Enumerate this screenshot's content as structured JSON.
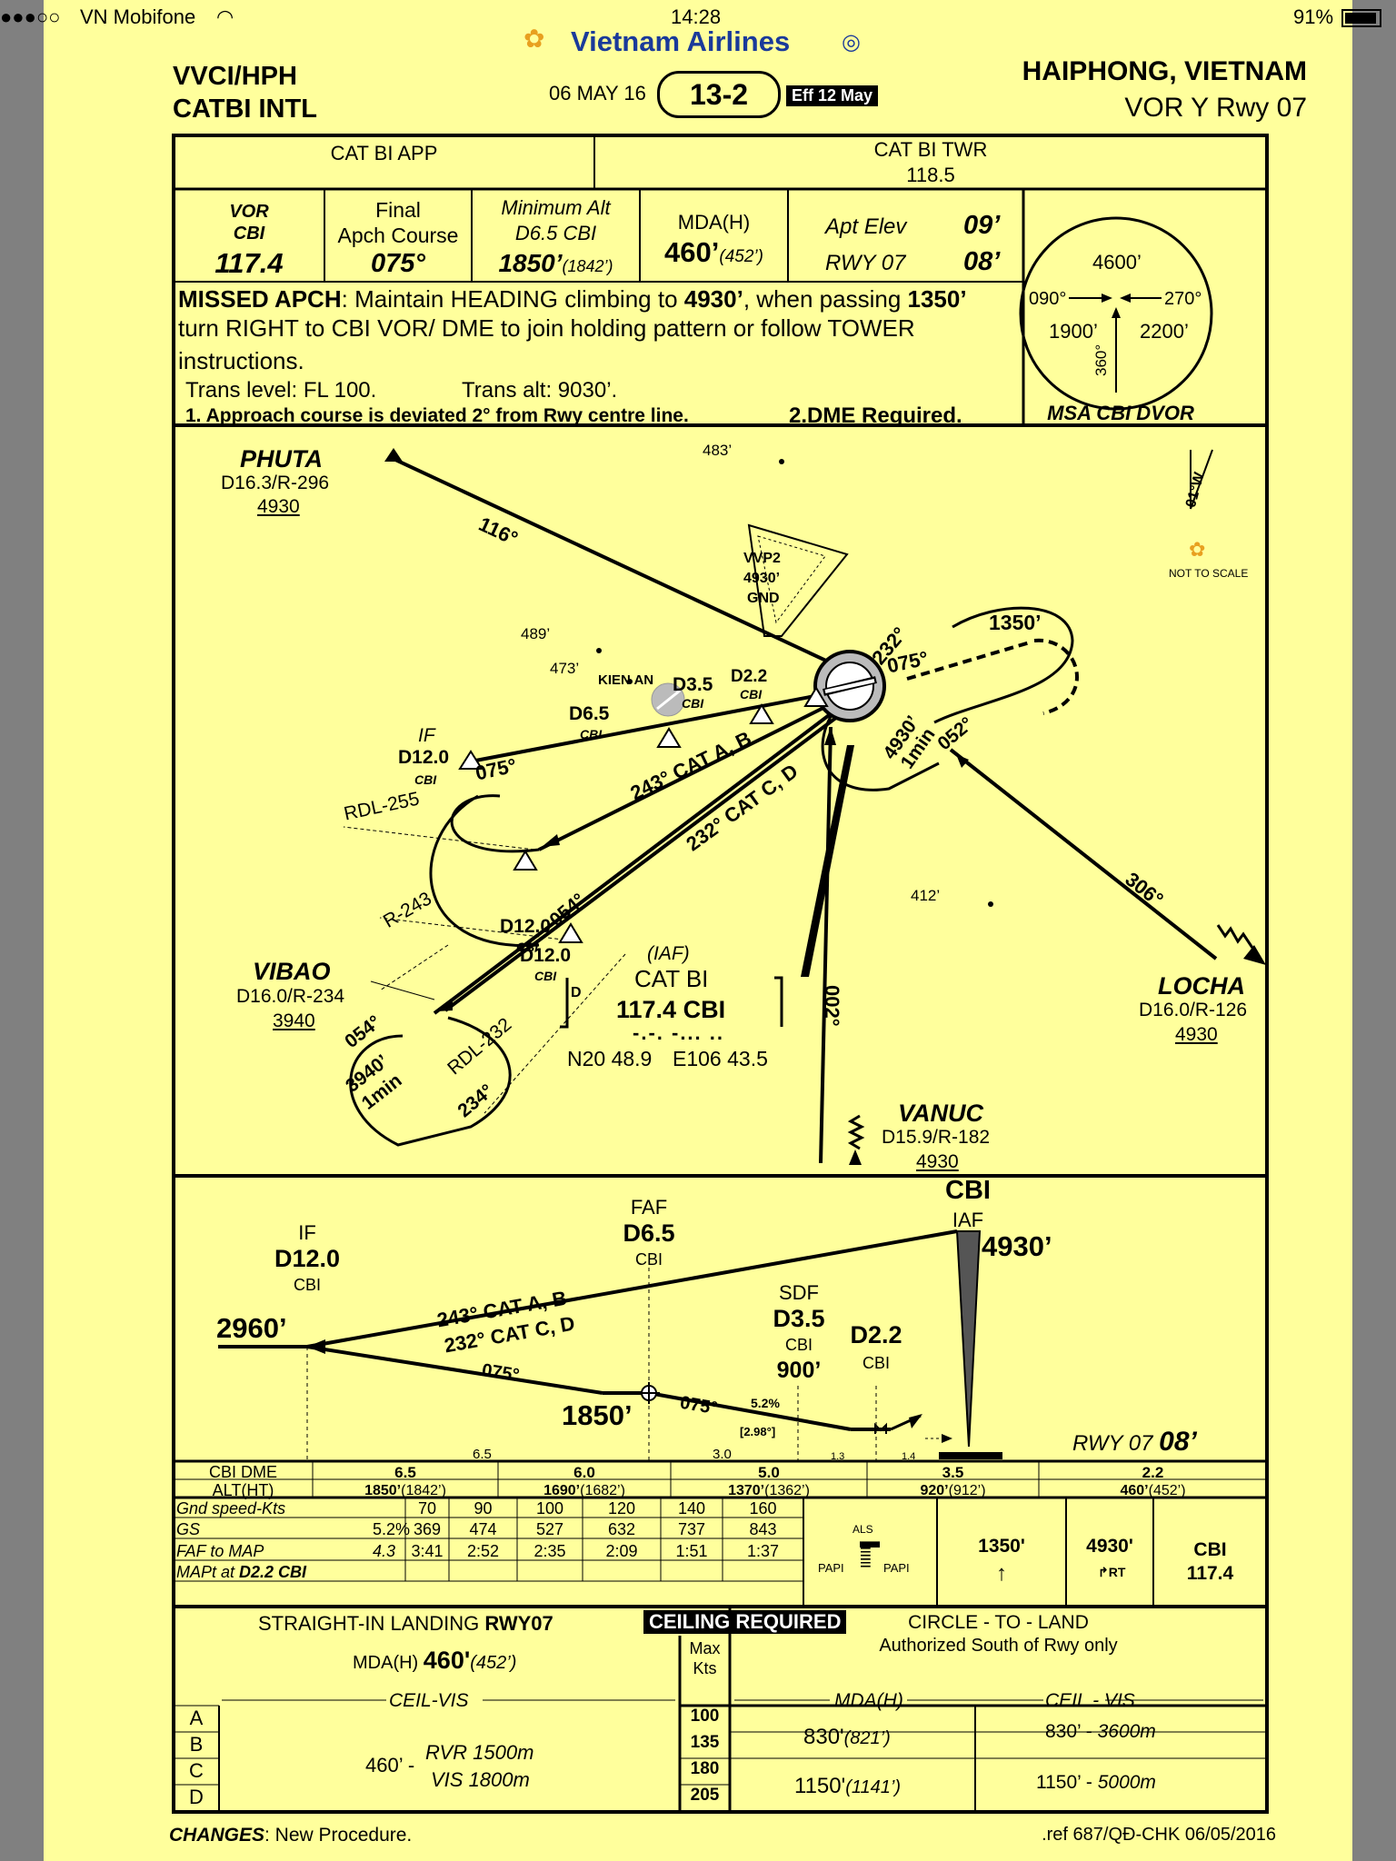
{
  "status_bar": {
    "carrier": "VN Mobifone",
    "time": "14:28",
    "battery": "91%"
  },
  "brand": "Vietnam Airlines",
  "header": {
    "icao": "VVCI/HPH",
    "airport": "CATBI INTL",
    "date": "06 MAY 16",
    "chart_no": "13-2",
    "eff": "Eff 12 May",
    "city": "HAIPHONG, VIETNAM",
    "procedure": "VOR Y Rwy 07"
  },
  "comms": {
    "app": "CAT BI APP",
    "twr": "CAT BI TWR",
    "twr_freq": "118.5"
  },
  "brief": {
    "vor_l1": "VOR",
    "vor_l2": "CBI",
    "vor_freq": "117.4",
    "fac_l1": "Final",
    "fac_l2": "Apch Course",
    "fac_val": "075°",
    "min_l1": "Minimum Alt",
    "min_l2": "D6.5 CBI",
    "min_val": "1850’",
    "min_ht": "(1842’)",
    "mda_l": "MDA(H)",
    "mda_val": "460’",
    "mda_ht": "(452’)",
    "aptelev_l": "Apt Elev",
    "aptelev_v": "09’",
    "rwy_l": "RWY 07",
    "rwy_v": "08’",
    "missed_label": "MISSED APCH",
    "missed_p1": ": Maintain HEADING climbing to ",
    "missed_alt": "4930’",
    "missed_p2": ", when passing ",
    "missed_pass": "1350’",
    "missed_l2": " turn RIGHT to CBI VOR/ DME to join holding pattern or follow TOWER",
    "missed_l3": "instructions.",
    "trans_level": "Trans level: FL 100.",
    "trans_alt": "Trans alt: 9030’.",
    "note1": "1. Approach course is deviated 2° from Rwy centre line.",
    "note2": "2.DME Required."
  },
  "msa": {
    "top": "4600’",
    "w": "090°",
    "e": "270°",
    "sw": "1900’",
    "se": "2200’",
    "s": "360°",
    "label": "MSA CBI DVOR"
  },
  "plan": {
    "phuta": "PHUTA",
    "phuta_d": "D16.3/R-296",
    "phuta_alt": "4930",
    "vibao": "VIBAO",
    "vibao_d": "D16.0/R-234",
    "vibao_alt": "3940",
    "locha": "LOCHA",
    "locha_d": "D16.0/R-126",
    "locha_alt": "4930",
    "vanuc": "VANUC",
    "vanuc_d": "D15.9/R-182",
    "vanuc_alt": "4930",
    "elev_483": "483’",
    "elev_489": "489’",
    "elev_473": "473’",
    "elev_412": "412’",
    "vvp2_a": "VVP2",
    "vvp2_b": "4930’",
    "vvp2_c": "GND",
    "kienan": "KIEN AN",
    "if": "IF",
    "d120": "D12.0",
    "cbi": "CBI",
    "d65": "D6.5",
    "d35": "D3.5",
    "d22": "D2.2",
    "c116": "116°",
    "c075": "075°",
    "c243": "243° CAT A, B",
    "c232": "232° CAT C, D",
    "c054": "054°",
    "c234": "234°",
    "c052": "052°",
    "c306": "306°",
    "c002": "002°",
    "c232h": "232°",
    "rdl255": "RDL-255",
    "r243": "R-243",
    "rdl232": "RDL-232",
    "hold_cbi_alt": "4930’",
    "hold_cbi_t": "1min",
    "hold_vibao_alt": "3940’",
    "hold_vibao_t": "1min",
    "p1350": "1350’",
    "iaf": "(IAF)",
    "nav_name": "CAT BI",
    "nav_freq": "117.4 CBI",
    "nav_d": "D",
    "nav_morse": "-.-. -... ..",
    "nav_n": "N20 48.9",
    "nav_e": "E106 43.5",
    "north": "01°W",
    "not_to_scale": "NOT TO SCALE"
  },
  "profile": {
    "if": "IF",
    "if_d": "D12.0",
    "if_cbi": "CBI",
    "alt_if": "2960’",
    "faf": "FAF",
    "faf_d": "D6.5",
    "faf_cbi": "CBI",
    "alt_faf": "1850’",
    "sdf": "SDF",
    "sdf_d": "D3.5",
    "sdf_cbi": "CBI",
    "alt_sdf": "900’",
    "d22": "D2.2",
    "d22_cbi": "CBI",
    "cbi": "CBI",
    "iaf": "IAF",
    "alt_cbi": "4930’",
    "c_ab": "243° CAT A, B",
    "c_cd": "232° CAT C, D",
    "c075a": "075°",
    "c075b": "075°",
    "grad": "5.2%",
    "grad2": "[2.98°]",
    "rwy": "RWY 07",
    "rwy_elev": "08’",
    "d65": "6.5",
    "d30": "3.0",
    "d13": "1.3",
    "d14": "1.4"
  },
  "dme_table": {
    "h1": "CBI DME",
    "h2": "ALT(HT)",
    "cols": [
      {
        "d": "6.5",
        "a": "1850’",
        "h": "(1842’)"
      },
      {
        "d": "6.0",
        "a": "1690’",
        "h": "(1682’)"
      },
      {
        "d": "5.0",
        "a": "1370’",
        "h": "(1362’)"
      },
      {
        "d": "3.5",
        "a": "920’",
        "h": "(912’)"
      },
      {
        "d": "2.2",
        "a": "460’",
        "h": "(452’)"
      }
    ]
  },
  "gs_table": {
    "r1": "Gnd speed-Kts",
    "r2": "GS",
    "r2b": "5.2%",
    "r3": "FAF to MAP",
    "r3b": "4.3",
    "r4": "MAPt at ",
    "r4b": "D2.2 CBI",
    "speeds": [
      "70",
      "90",
      "100",
      "120",
      "140",
      "160"
    ],
    "gs": [
      "369",
      "474",
      "527",
      "632",
      "737",
      "843"
    ],
    "times": [
      "3:41",
      "2:52",
      "2:35",
      "2:09",
      "1:51",
      "1:37"
    ],
    "als": "ALS",
    "papi_l": "PAPI",
    "papi_r": "PAPI",
    "mc1": "1350'",
    "mc2": "4930'",
    "mc2b": "RT",
    "mc3": "CBI",
    "mc3b": "117.4"
  },
  "minima": {
    "straight": "STRAIGHT-IN LANDING ",
    "straight_b": "RWY07",
    "ceiling": "CEILING REQUIRED",
    "mda_l": "MDA(H)",
    "mda_v": "460'",
    "mda_h": "(452’)",
    "ceil_vis": "CEIL-VIS",
    "cats": [
      "A",
      "B",
      "C",
      "D"
    ],
    "sl_alt": "460’ -",
    "rvr": "RVR 1500m",
    "vis": "VIS 1800m",
    "circle": "CIRCLE - TO - LAND",
    "circle2": "Authorized South of Rwy only",
    "max": "Max",
    "kts": "Kts",
    "speeds": [
      "100",
      "135",
      "180",
      "205"
    ],
    "mdah": "MDA(H)",
    "ceilvis2": "CEIL - VIS",
    "c1": "830'",
    "c1h": "(821’)",
    "c1v": "830’ - ",
    "c1vv": "3600m",
    "c2": "1150'",
    "c2h": "(1141’)",
    "c2v": "1150’ - ",
    "c2vv": "5000m"
  },
  "footer": {
    "changes": "CHANGES",
    "changes_t": ": New Procedure.",
    "ref": ".ref 687/QĐ-CHK 06/05/2016"
  }
}
